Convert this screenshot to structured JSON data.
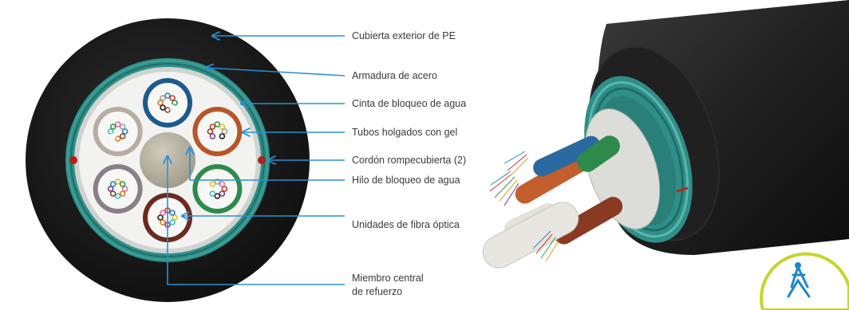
{
  "labels": {
    "outer_jacket": "Cubierta exterior de PE",
    "steel_armor": "Armadura de acero",
    "water_blocking_tape": "Cinta de bloqueo de agua",
    "loose_tubes": "Tubos holgados con gel",
    "ripcord": "Cordón rompecubierta (2)",
    "water_blocking_yarn": "Hilo de bloqueo de agua",
    "fiber_units": "Unidades de fibra óptica",
    "central_member_line1": "Miembro central",
    "central_member_line2": "de refuerzo"
  },
  "colors": {
    "arrow": "#2a8fd6",
    "jacket": "#1c1c1c",
    "armor": "#2f8f88",
    "tape": "#cfd4d0",
    "filler": "#f2f2f0",
    "central_member": "#b9b4a4",
    "ripcord": "#b0201c",
    "logo": "#c5d62a",
    "logo_inner": "#1e88c8"
  },
  "tubes": [
    {
      "name": "blue",
      "color": "#1d5a8c"
    },
    {
      "name": "orange",
      "color": "#b8552a"
    },
    {
      "name": "green",
      "color": "#2e8a4b"
    },
    {
      "name": "brown",
      "color": "#6b2a1e"
    },
    {
      "name": "slate",
      "color": "#8a7f86"
    },
    {
      "name": "white",
      "color": "#b7ada3"
    }
  ]
}
